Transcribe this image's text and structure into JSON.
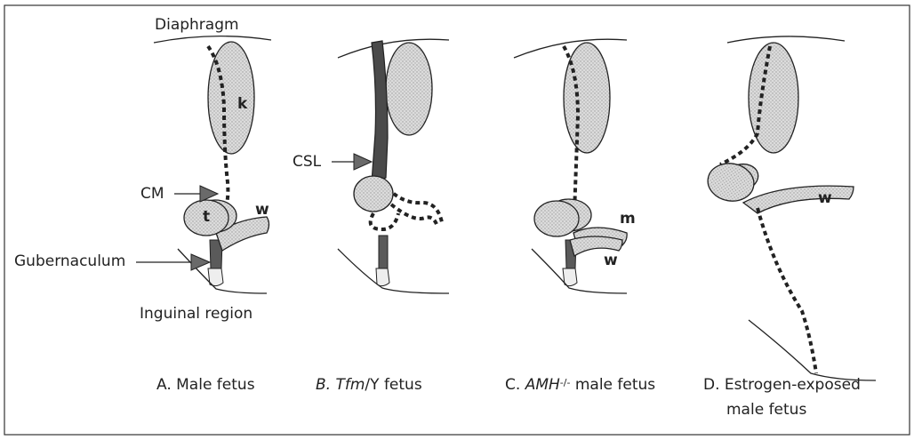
{
  "labels": {
    "diaphragm": "Diaphragm",
    "cm": "CM",
    "csl": "CSL",
    "gubernaculum": "Gubernaculum",
    "inguinal": "Inguinal region"
  },
  "organ_letters": {
    "kidney": "k",
    "testis": "t",
    "wolffian_a": "w",
    "mullerian_c": "m",
    "wolffian_c": "w",
    "wolffian_d": "w"
  },
  "captions": {
    "a": {
      "text": "A. Male fetus"
    },
    "b": {
      "prefix": "B. ",
      "italic": "Tfm",
      "suffix": "/Y fetus"
    },
    "c": {
      "prefix": "C. ",
      "italic": "AMH",
      "sup": "-/-",
      "suffix": " male fetus"
    },
    "d": {
      "line1": "D. Estrogen-exposed",
      "line2": "male fetus"
    }
  },
  "colors": {
    "organ_fill": "#d4d4d4",
    "csl_fill": "#4a4a4a",
    "gubernaculum_fill": "#5a5a5a",
    "outline": "#222222",
    "arrow_fill": "#6a6a6a"
  }
}
